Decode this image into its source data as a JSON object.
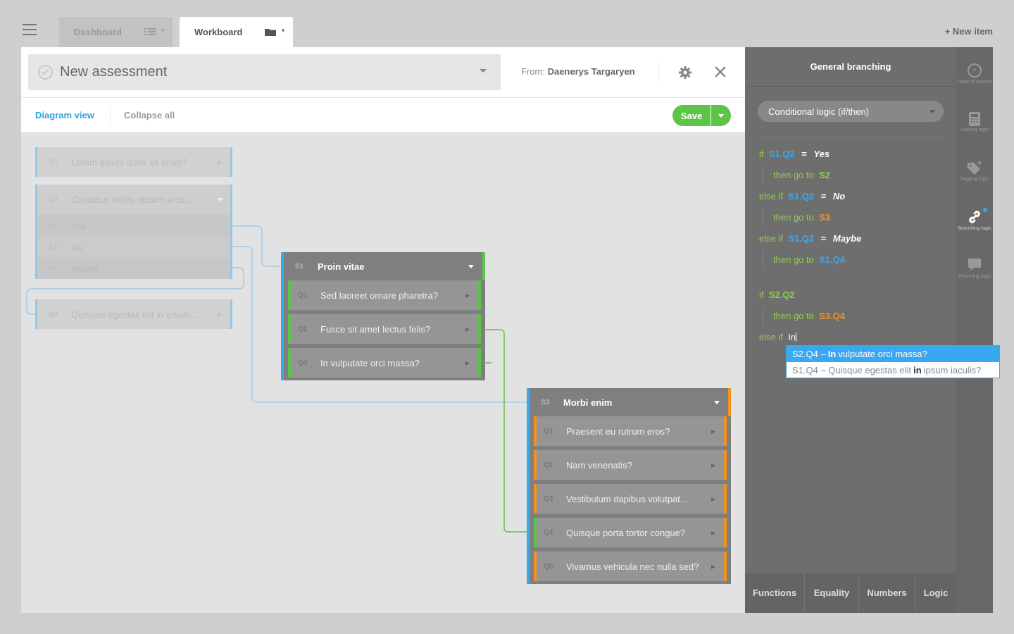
{
  "top": {
    "tabs": [
      {
        "label": "Dashboard",
        "icon": "list-grid-icon"
      },
      {
        "label": "Workboard",
        "icon": "folder-icon"
      }
    ],
    "new_item": "+ New item"
  },
  "header": {
    "title": "New assessment",
    "from_label": "From:",
    "from_name": "Daenerys Targaryen"
  },
  "toolbar": {
    "diagram_view": "Diagram view",
    "collapse_all": "Collapse all",
    "save": "Save"
  },
  "questions": [
    {
      "num": "Q1",
      "text": "Lorem ipsum dolor sit amet?"
    },
    {
      "num": "Q2",
      "text": "Curabitur mollis dictum arcu...",
      "answers": [
        {
          "num": "A1",
          "text": "Yes"
        },
        {
          "num": "A2",
          "text": "No"
        },
        {
          "num": "A3",
          "text": "Maybe"
        }
      ]
    },
    {
      "num": "Q4",
      "text": "Quisque egestas elit in ipsum..."
    }
  ],
  "sections": [
    {
      "num": "S1",
      "title": "Proin vitae",
      "accent": "#5cc447",
      "questions": [
        {
          "num": "Q1",
          "text": "Sed laoreet ornare pharetra?"
        },
        {
          "num": "Q2",
          "text": "Fusce sit amet lectus felis?"
        },
        {
          "num": "Q4",
          "text": "In vulputate orci massa?"
        }
      ]
    },
    {
      "num": "S3",
      "title": "Morbi enim",
      "accent": "#f5911e",
      "questions": [
        {
          "num": "Q1",
          "text": "Praesent eu rutrum eros?"
        },
        {
          "num": "Q2",
          "text": "Nam venenatis?"
        },
        {
          "num": "Q3",
          "text": "Vestibulum dapibus volutpat..."
        },
        {
          "num": "Q4",
          "text": "Quisque porta tortor congue?"
        },
        {
          "num": "Q5",
          "text": "Vivamus vehicula nec nulla sed?"
        }
      ]
    }
  ],
  "panel": {
    "title": "General branching",
    "logic_type": "Conditional logic (if/then)",
    "kw_if": "if",
    "kw_else_if": "else if",
    "kw_then": "then go to",
    "eq": "=",
    "r1_ref": "S1.Q2",
    "r1_val": "Yes",
    "r1_target": "S2",
    "r2_ref": "S1.Q2",
    "r2_val": "No",
    "r2_target": "S3",
    "r3_ref": "S1.Q2",
    "r3_val": "Maybe",
    "r3_target": "S1.Q4",
    "r4_ref": "S2.Q2",
    "r4_target": "S3.Q4",
    "typed": "In",
    "suggestions": [
      {
        "pre": "S2.Q4 –",
        "match": "In",
        "post": "vulputate orci massa?"
      },
      {
        "pre": "S1.Q4 – Quisque egestas elit",
        "match": "in",
        "post": "ipsum iaculis?"
      }
    ],
    "bottom_tabs": [
      "Functions",
      "Equality",
      "Numbers",
      "Logic"
    ]
  },
  "rail": [
    {
      "label": "Table of content",
      "icon": "compass-icon"
    },
    {
      "label": "Scoring logic",
      "icon": "calculator-icon"
    },
    {
      "label": "Tagging logic",
      "icon": "tag-icon"
    },
    {
      "label": "Branching logic",
      "icon": "link-icon"
    },
    {
      "label": "Reporting logic",
      "icon": "comment-icon"
    }
  ],
  "colors": {
    "blue": "#3aa8ee",
    "green": "#5cc447",
    "orange": "#f5911e"
  }
}
